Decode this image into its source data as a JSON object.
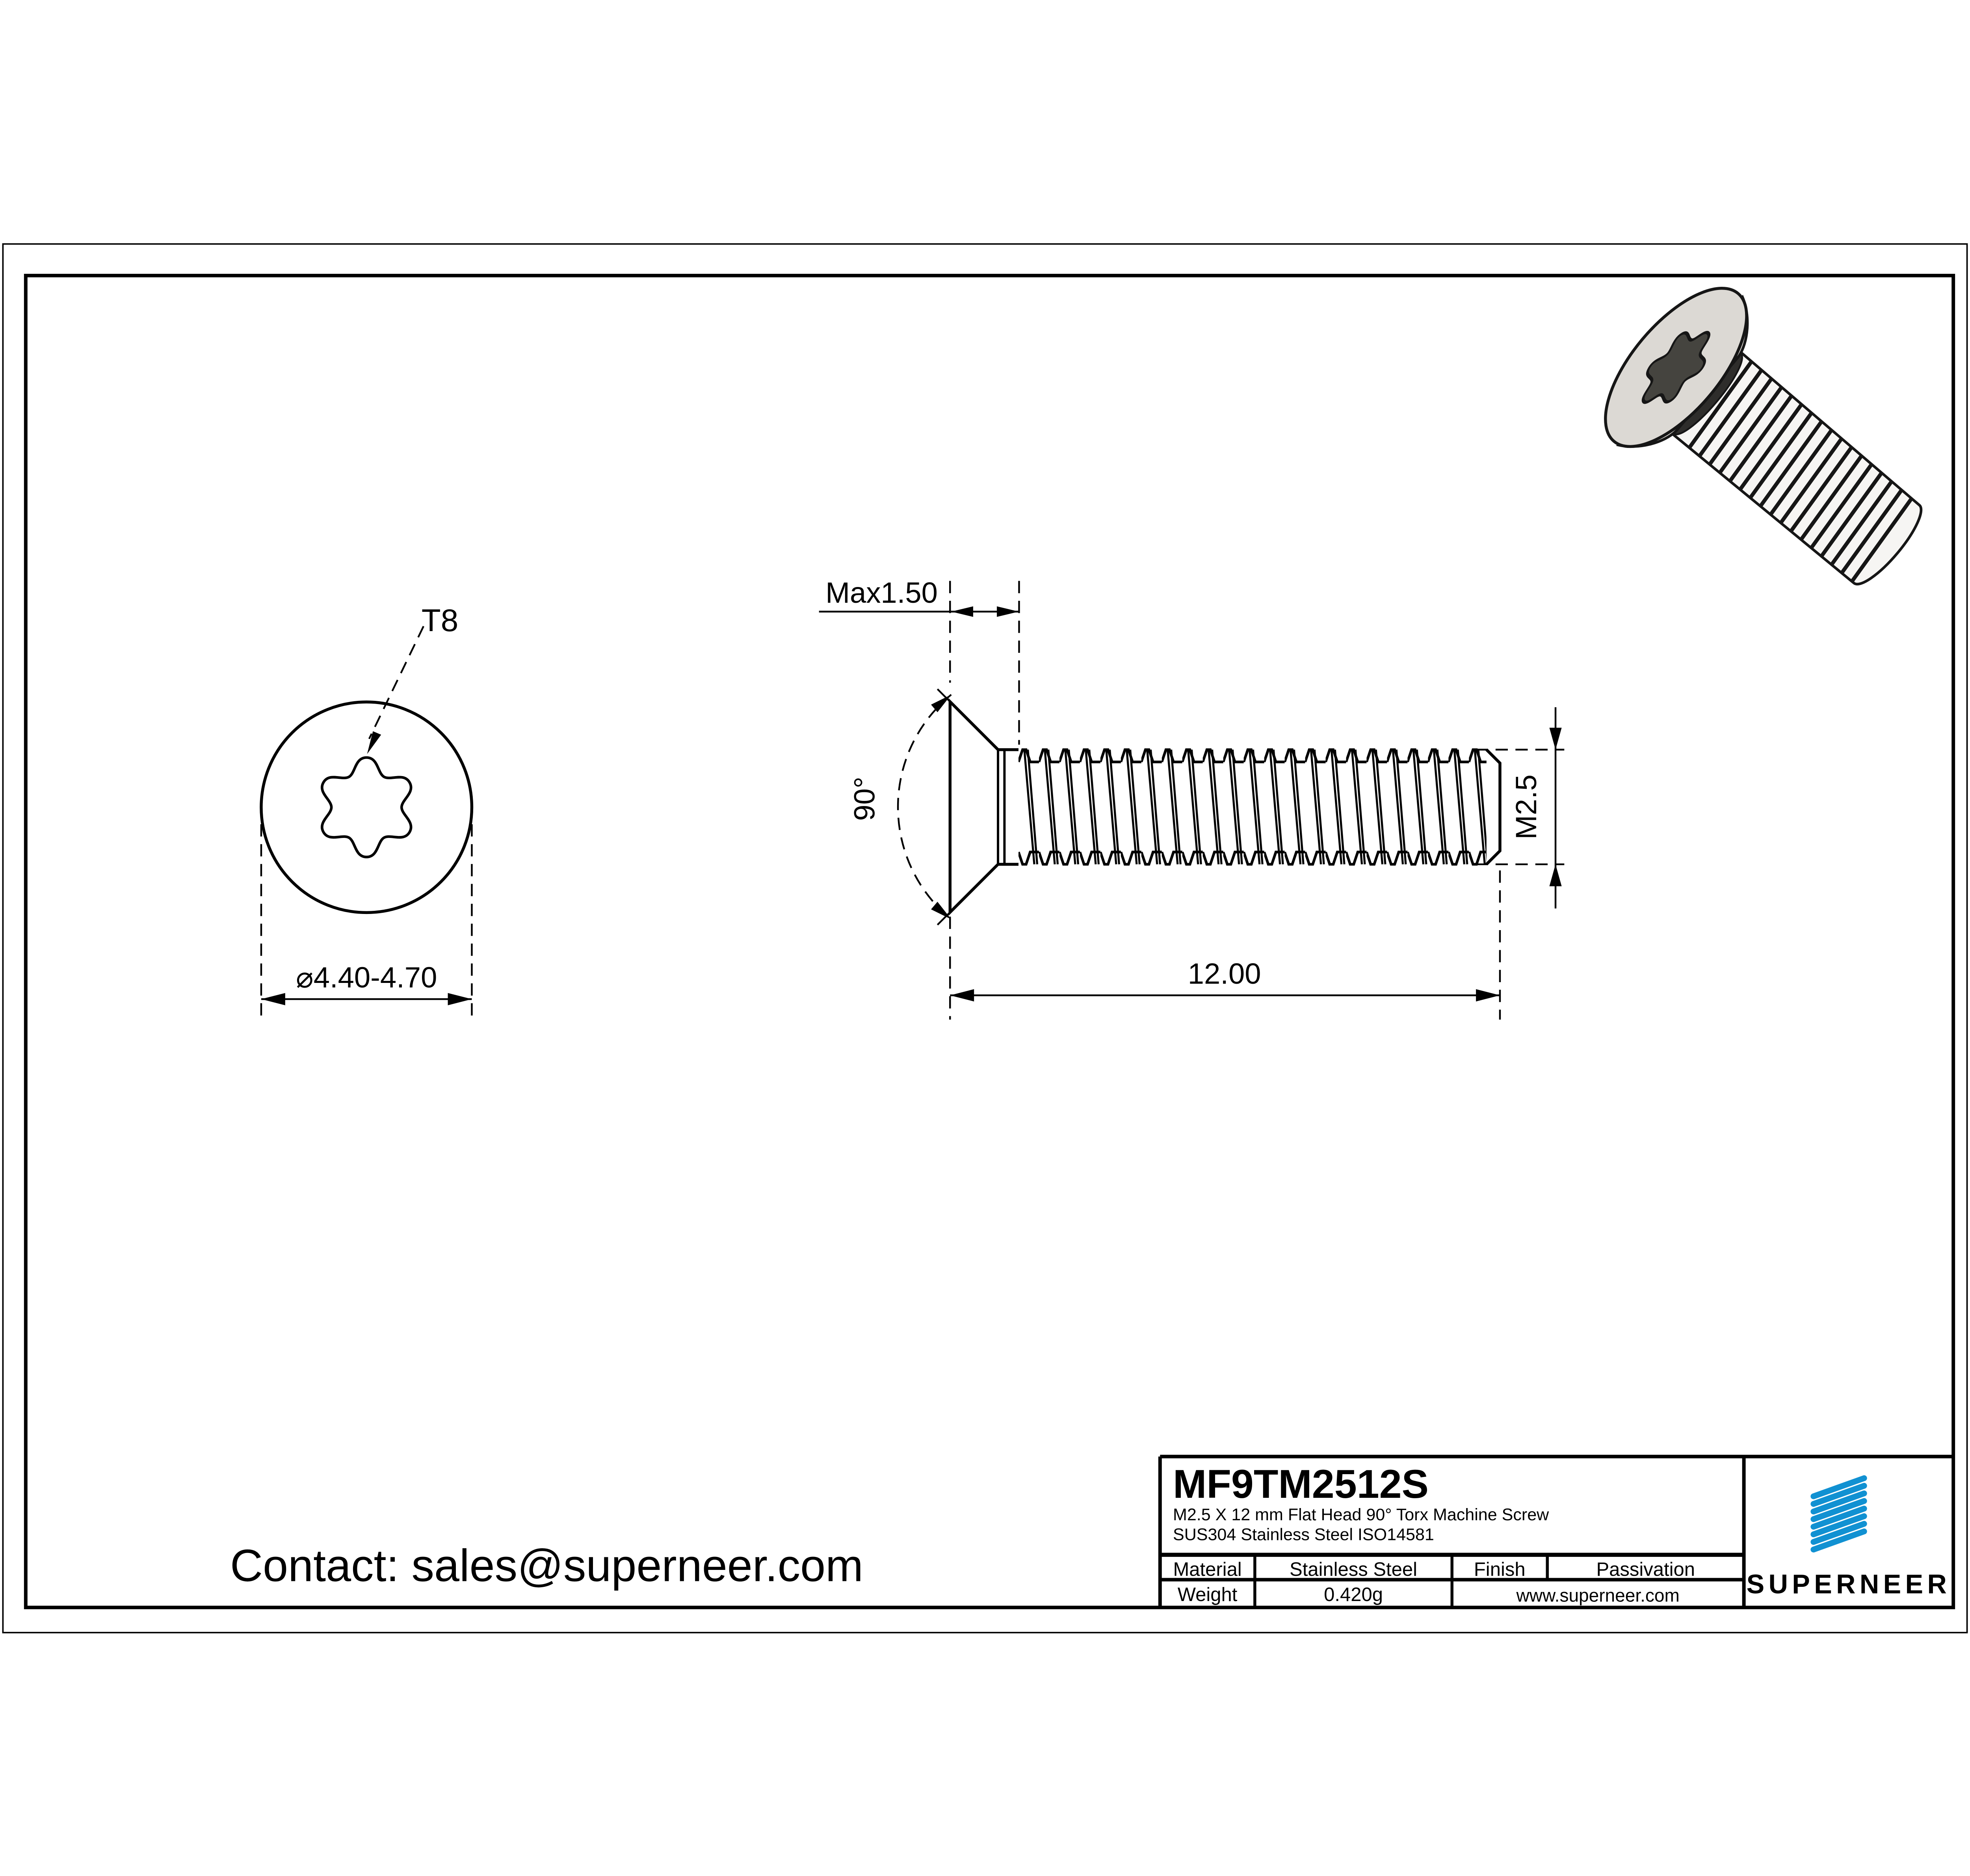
{
  "colors": {
    "brand_blue": "#1191D2",
    "line": "#000000",
    "paper": "#ffffff",
    "metal_light": "#dcd9d4"
  },
  "top_view": {
    "drive_label": "T8",
    "diameter_label": "⌀4.40-4.70"
  },
  "side_view": {
    "head_height_label": "Max1.50",
    "angle_label": "90°",
    "thread_size_label": "M2.5",
    "length_label": "12.00"
  },
  "title_block": {
    "part_number": "MF9TM2512S",
    "description_line1": "M2.5  X 12 mm Flat Head 90°  Torx Machine Screw",
    "description_line2": "SUS304 Stainless Steel ISO14581",
    "material_label": "Material",
    "material_value": "Stainless Steel",
    "finish_label": "Finish",
    "finish_value": "Passivation",
    "weight_label": "Weight",
    "weight_value": "0.420g",
    "website": "www.superneer.com",
    "brand": "SUPERNEER"
  },
  "footer": {
    "contact_text": "Contact: sales@superneer.com"
  }
}
